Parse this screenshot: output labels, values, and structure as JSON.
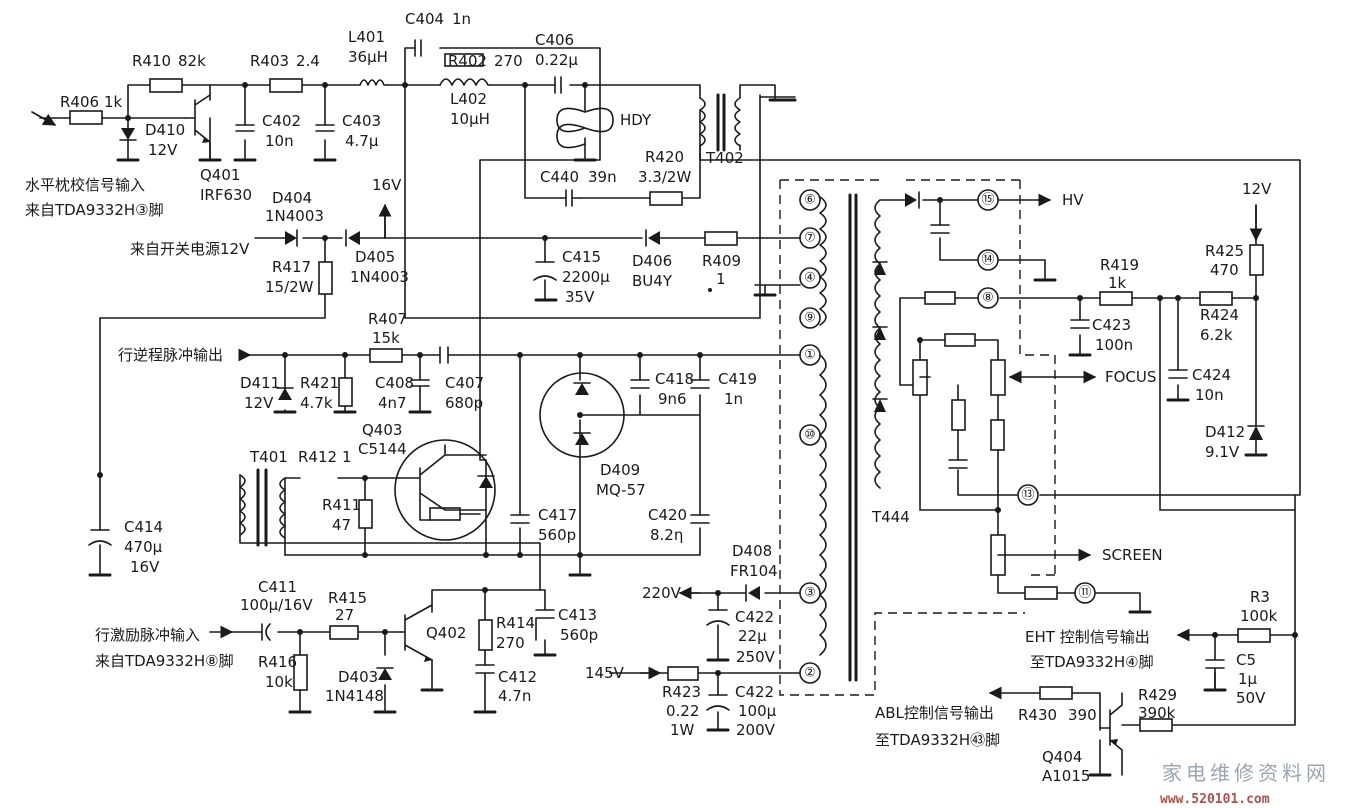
{
  "labels": {
    "R406": "R406",
    "R406_v": "1k",
    "R410": "R410",
    "R410_v": "82k",
    "R403": "R403",
    "R403_v": "2.4",
    "L401": "L401",
    "L401_v": "36μH",
    "C404": "C404",
    "C404_v": "1n",
    "R402": "R402",
    "R402_v": "270",
    "C406": "C406",
    "C406_v": "0.22μ",
    "L402": "L402",
    "L402_v": "10μH",
    "HDY": "HDY",
    "T402": "T402",
    "D410": "D410",
    "D410_v": "12V",
    "C402": "C402",
    "C402_v": "10n",
    "C403": "C403",
    "C403_v": "4.7μ",
    "Q401": "Q401",
    "Q401_v": "IRF630",
    "C440": "C440",
    "C440_v": "39n",
    "R420": "R420",
    "R420_v": "3.3/2W",
    "in_pincushion_1": "水平枕校信号输入",
    "in_pincushion_2": "来自TDA9332H③脚",
    "D404": "D404",
    "D404_v": "1N4003",
    "V16": "16V",
    "in_psu": "来自开关电源12V",
    "D405": "D405",
    "D405_v": "1N4003",
    "C415": "C415",
    "C415_v1": "2200μ",
    "C415_v2": "35V",
    "D406": "D406",
    "D406_v": "BU4Y",
    "R409": "R409",
    "R409_v": "1",
    "R417": "R417",
    "R417_v": "15/2W",
    "HV": "HV",
    "V12": "12V",
    "R419": "R419",
    "R419_v": "1k",
    "R425": "R425",
    "R425_v": "470",
    "C423": "C423",
    "C423_v": "100n",
    "R424": "R424",
    "R424_v": "6.2k",
    "C424": "C424",
    "C424_v": "10n",
    "D412": "D412",
    "D412_v": "9.1V",
    "FOCUS": "FOCUS",
    "SCREEN": "SCREEN",
    "out_flyback": "行逆程脉冲输出",
    "R407": "R407",
    "R407_v": "15k",
    "D411": "D411",
    "D411_v": "12V",
    "R421": "R421",
    "R421_v": "4.7k",
    "C408": "C408",
    "C408_v": "4n7",
    "C407": "C407",
    "C407_v": "680p",
    "C418": "C418",
    "C418_v": "9n6",
    "C419": "C419",
    "C419_v": "1n",
    "Q403": "Q403",
    "Q403_v": "C5144",
    "D409": "D409",
    "D409_v": "MQ-57",
    "T401": "T401",
    "R412": "R412",
    "R412_v": "1",
    "R411": "R411",
    "R411_v": "47",
    "C417": "C417",
    "C417_v": "560p",
    "C420": "C420",
    "C420_v": "8.2η",
    "T444": "T444",
    "C414": "C414",
    "C414_v1": "470μ",
    "C414_v2": "16V",
    "D408": "D408",
    "D408_v": "FR104",
    "C411": "C411",
    "C411_v": "100μ/16V",
    "R415": "R415",
    "R415_v": "27",
    "C413": "C413",
    "C413_v": "560p",
    "in_drive_1": "行激励脉冲输入",
    "in_drive_2": "来自TDA9332H⑧脚",
    "Q402": "Q402",
    "R414": "R414",
    "R414_v": "270",
    "V220": "220V",
    "C422a": "C422",
    "C422a_v1": "22μ",
    "C422a_v2": "250V",
    "R3": "R3",
    "R3_v": "100k",
    "R416": "R416",
    "R416_v": "10k",
    "D403": "D403",
    "D403_v": "1N4148",
    "C412": "C412",
    "C412_v": "4.7n",
    "out_eht_1": "EHT 控制信号输出",
    "out_eht_2": "至TDA9332H④脚",
    "C5": "C5",
    "C5_v1": "1μ",
    "C5_v2": "50V",
    "V145": "145V",
    "R423": "R423",
    "R423_v1": "0.22",
    "R423_v2": "1W",
    "C422b": "C422",
    "C422b_v1": "100μ",
    "C422b_v2": "200V",
    "out_abl_1": "ABL控制信号输出",
    "out_abl_2": "至TDA9332H㊸脚",
    "R430": "R430",
    "R430_v": "390",
    "R429": "R429",
    "R429_v": "390k",
    "Q404": "Q404",
    "Q404_v": "A1015"
  },
  "pins": [
    "⑥",
    "⑦",
    "④",
    "⑨",
    "①",
    "⑩",
    "③",
    "②",
    "⑮",
    "⑭",
    "⑧",
    "⑬",
    "⑪"
  ],
  "watermark": {
    "text": "家电维修资料网",
    "url": "www.520101.com"
  }
}
